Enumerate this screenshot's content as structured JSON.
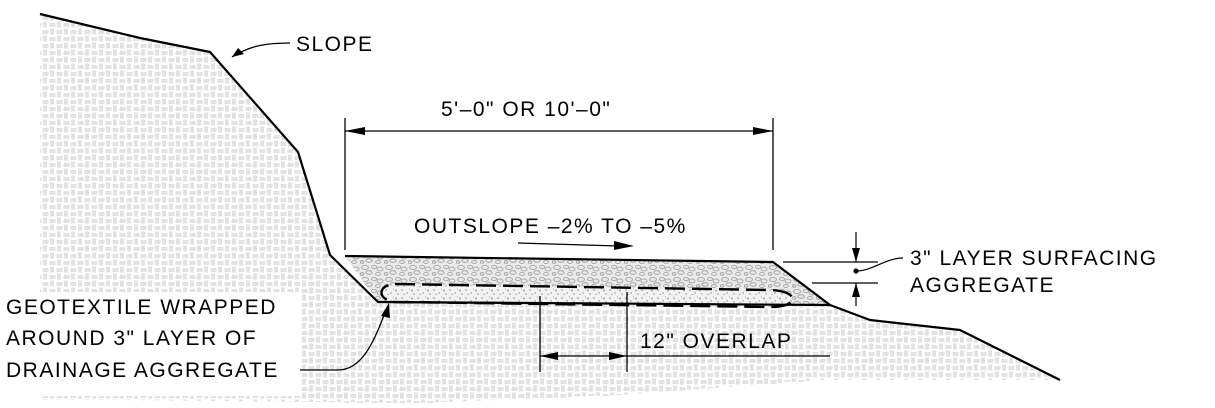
{
  "labels": {
    "slope": "SLOPE",
    "width": "5'–0\" OR 10'–0\"",
    "outslope": "OUTSLOPE –2% TO –5%",
    "surfacing_line1": "3\" LAYER SURFACING",
    "surfacing_line2": "AGGREGATE",
    "geotextile_line1": "GEOTEXTILE WRAPPED",
    "geotextile_line2": "AROUND 3\" LAYER OF",
    "geotextile_line3": "DRAINAGE AGGREGATE",
    "overlap": "12\" OVERLAP"
  },
  "colors": {
    "line": "#000000",
    "hatch": "#c4c4c4",
    "aggregate": "#bdbdbd",
    "background": "#ffffff"
  }
}
